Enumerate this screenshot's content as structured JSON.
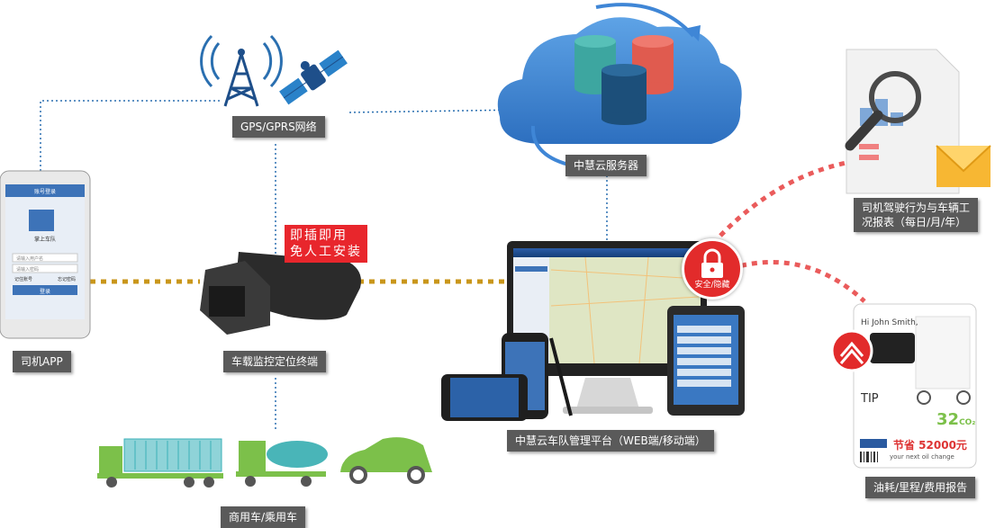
{
  "labels": {
    "gps_network": "GPS/GPRS网络",
    "cloud_server": "中慧云服务器",
    "driver_app": "司机APP",
    "vehicle_terminal": "车载监控定位终端",
    "plug_and_play": [
      "即插即用",
      "免人工安装"
    ],
    "management_platform": "中慧云车队管理平台（WEB端/移动端）",
    "vehicles": "商用车/乘用车",
    "driving_report": [
      "司机驾驶行为与车辆工",
      "况报表（每日/月/年）"
    ],
    "fuel_report": "油耗/里程/费用报告",
    "security": "安全/隐藏"
  },
  "phone_app": {
    "header": "账号登录",
    "brand": "掌上车队",
    "username_placeholder": "请输入用户名",
    "password_placeholder": "请输入密码",
    "remember": "记住账号",
    "forgot": "忘记密码",
    "login_button": "登录"
  },
  "fuel_card": {
    "greeting": "Hi John Smith,",
    "tip": "TIP",
    "co2": "32",
    "co2_unit": "CO₂",
    "savings": "节省  52000元",
    "next_change": "your next oil change"
  },
  "colors": {
    "connector_gold": "#c9961a",
    "connector_red": "#e85a5a",
    "connector_blue": "#2a6fb0",
    "label_bg": "#5a5a5a",
    "cloud": "#3f86d6",
    "accent_red": "#e22b2b"
  }
}
